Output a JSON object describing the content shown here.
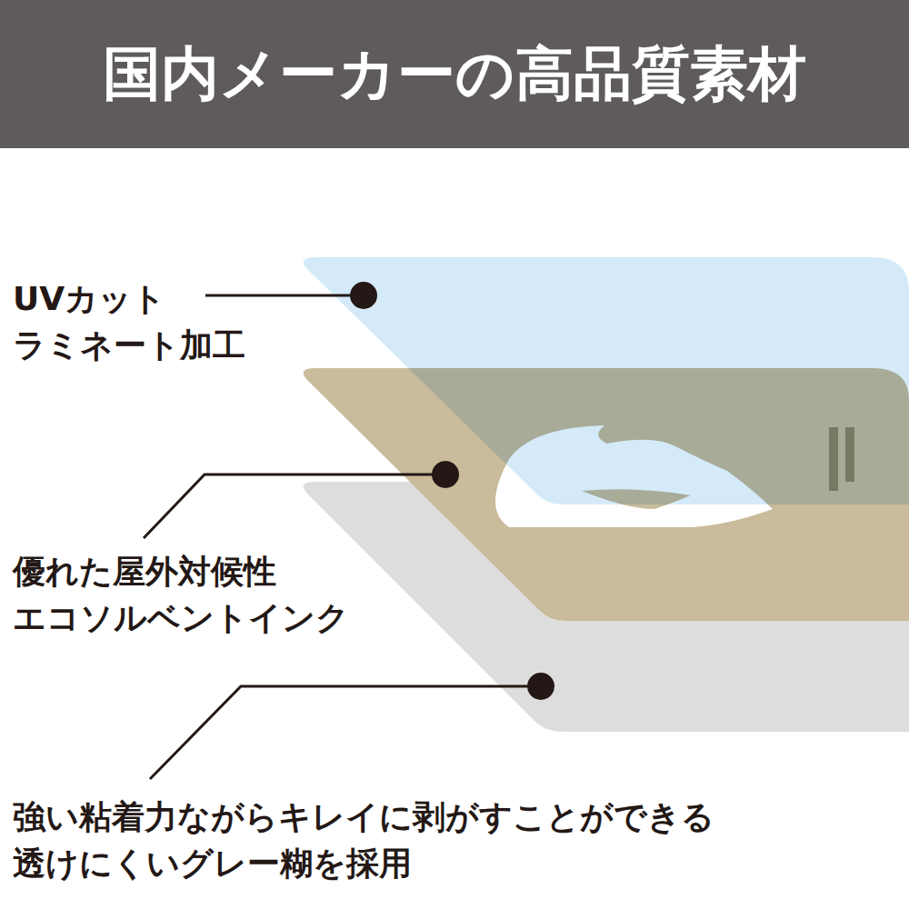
{
  "diagram": {
    "title": "国内メーカーの高品質素材",
    "labels": [
      "UVカット ラミネート加工",
      "優れた屋外対候性 エコソルベントインク",
      "強い粘着力ながらキレイに剥がすことができる 透けにくいグレー糊を採用"
    ]
  }
}
